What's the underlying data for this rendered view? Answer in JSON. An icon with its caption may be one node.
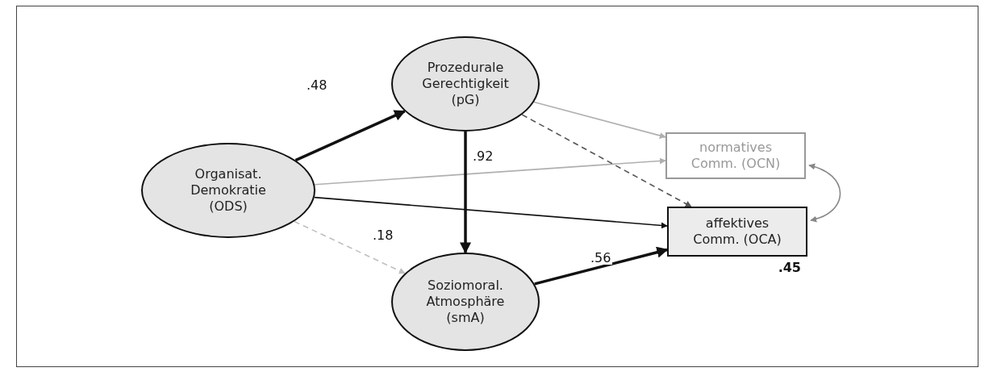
{
  "diagram": {
    "nodes": [
      {
        "text": [
          "Organisat. Demokratie (ODS)"
        ]
      },
      {
        "text": [
          "Prozedurale Gerechtigkeit (pG)"
        ]
      },
      {
        "text": [
          "Soziomoral. Atmosphäre (smA)"
        ]
      },
      {
        "text": [
          "normatives Comm. (OCN)"
        ]
      },
      {
        "text": [
          "affektives Comm. (OCA)"
        ],
        "beside": [
          ".45"
        ]
      }
    ],
    "edges": [
      {
        "from": 0,
        "to": 1,
        "arrow": "to",
        "label": ".48",
        "style": "thick"
      },
      {
        "from": 0,
        "to": 3,
        "arrow": "to",
        "color": "#b0b0b0"
      },
      {
        "from": 0,
        "to": 4,
        "arrow": "to",
        "label": ".18"
      },
      {
        "from": 0,
        "to": 2,
        "arrow": "to",
        "style": "dashed",
        "color": "#c0c0c0"
      },
      {
        "from": 1,
        "to": 2,
        "arrow": "to",
        "label": ".92",
        "style": "thick"
      },
      {
        "from": 1,
        "to": 3,
        "arrow": "to",
        "color": "#b0b0b0"
      },
      {
        "from": 1,
        "to": 4,
        "arrow": "to",
        "style": "dashed",
        "color": "#555555"
      },
      {
        "from": 2,
        "to": 4,
        "arrow": "to",
        "label": ".56",
        "style": "thick"
      },
      {
        "from": 3,
        "to": 4,
        "arrow": "both",
        "color": "#888888"
      }
    ]
  }
}
